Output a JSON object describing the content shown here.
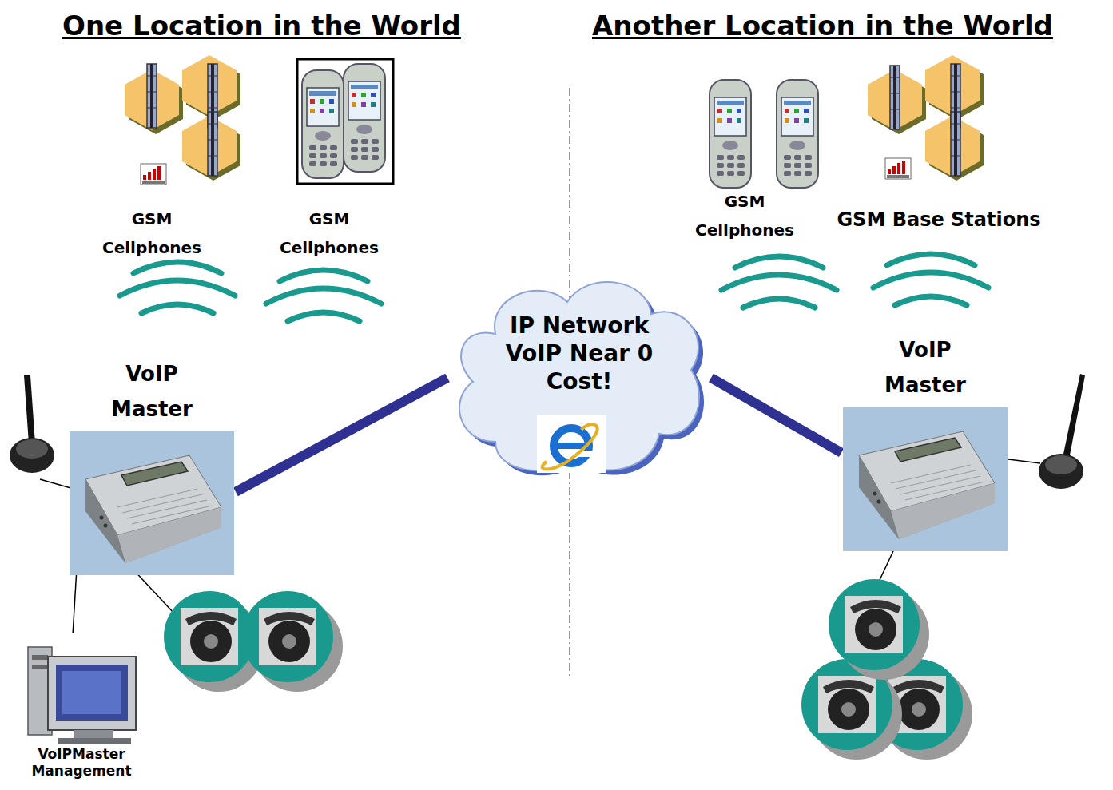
{
  "diagram": {
    "nodes": [
      {
        "text": [
          "VoIP Master"
        ]
      },
      {
        "text": [
          "IP Network VoIP Near 0 Cost!"
        ]
      },
      {
        "text": [
          "VoIP Master"
        ]
      },
      {
        "text": [
          "VoIPMaster Management"
        ]
      }
    ],
    "edges": [
      {
        "from": 0,
        "to": 1,
        "arrow": "none"
      },
      {
        "from": 1,
        "to": 2,
        "arrow": "none"
      },
      {
        "from": 0,
        "to": 3,
        "arrow": "none"
      }
    ],
    "labels": [
      "One Location in the World",
      "Another Location in the World",
      "GSM Cellphones",
      "GSM Cellphones",
      "GSM Cellphones",
      "GSM Base Stations"
    ]
  }
}
